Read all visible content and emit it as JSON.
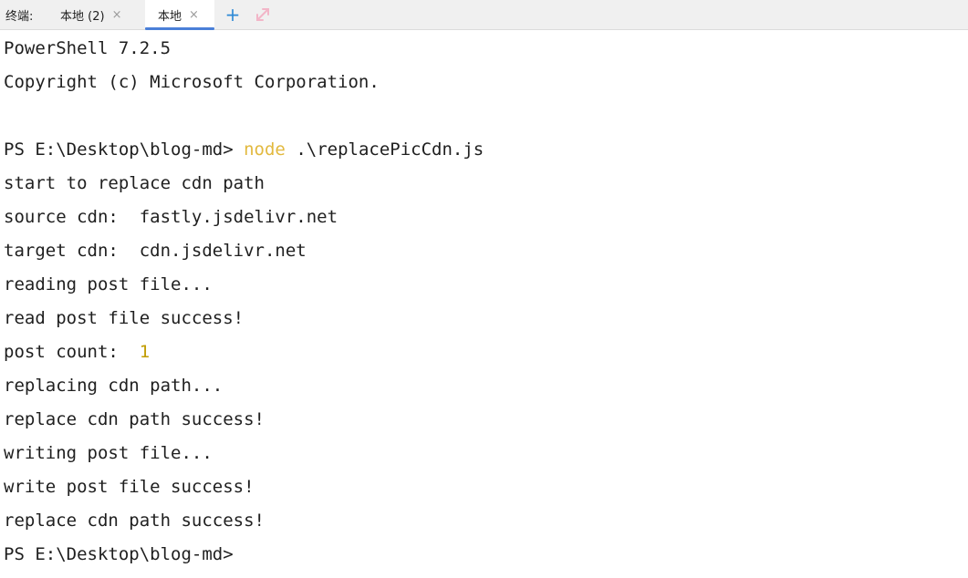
{
  "tabbar": {
    "label": "终端:",
    "tabs": [
      {
        "label": "本地 (2)",
        "close": "×",
        "active": false
      },
      {
        "label": "本地",
        "close": "×",
        "active": true
      }
    ],
    "add_icon": "+",
    "split_icon": "split-view-icon",
    "accent_color": "#4a7fd8"
  },
  "terminal": {
    "lines": [
      "PowerShell 7.2.5",
      "Copyright (c) Microsoft Corporation.",
      "",
      {
        "prompt": "PS E:\\Desktop\\blog-md> ",
        "command": "node",
        "args": " .\\replacePicCdn.js"
      },
      "start to replace cdn path",
      "source cdn:  fastly.jsdelivr.net",
      "target cdn:  cdn.jsdelivr.net",
      "reading post file...",
      "read post file success!",
      {
        "label": "post count:  ",
        "value": "1"
      },
      "replacing cdn path...",
      "replace cdn path success!",
      "writing post file...",
      "write post file success!",
      "replace cdn path success!",
      "PS E:\\Desktop\\blog-md>"
    ],
    "command_color": "#e2b93f",
    "number_color": "#c19c00"
  }
}
